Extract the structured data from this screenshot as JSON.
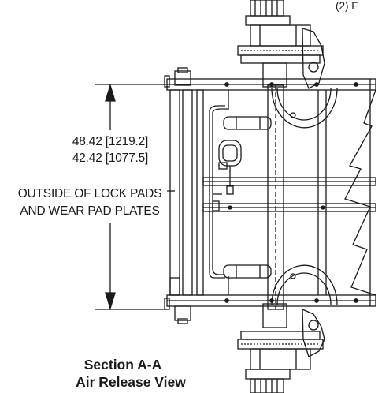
{
  "labels": {
    "corner_note": "(2) F",
    "dim_line_1": "48.42 [1219.2]",
    "dim_line_2": "42.42 [1077.5]",
    "dim_line_3": "OUTSIDE OF LOCK PADS",
    "dim_line_4": "AND WEAR PAD PLATES",
    "section_title": "Section A-A",
    "section_subtitle": "Air Release View"
  }
}
